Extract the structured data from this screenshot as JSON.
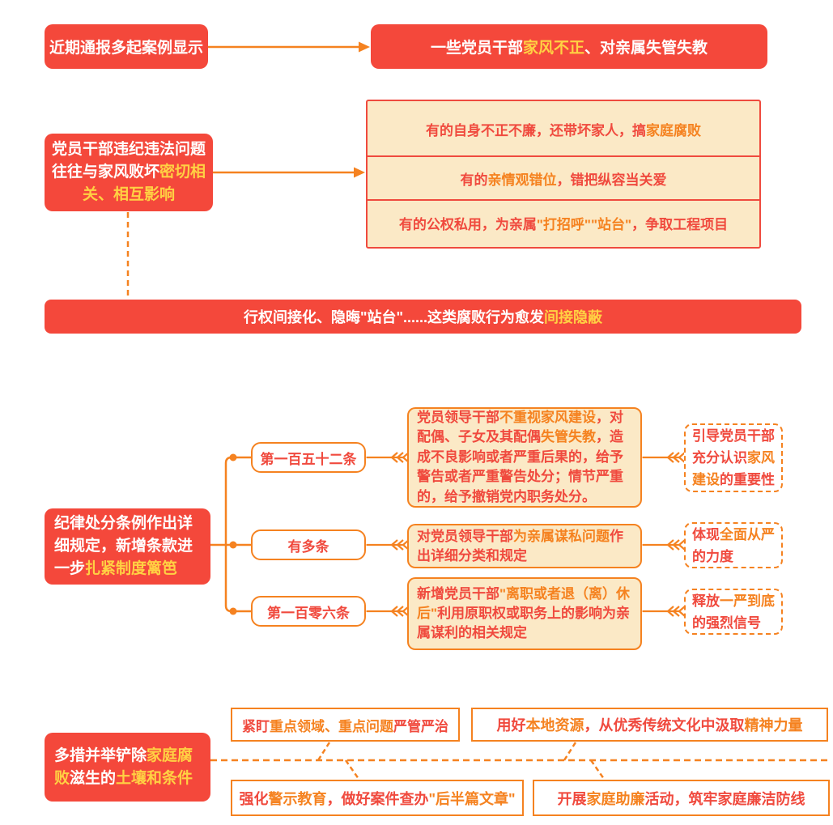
{
  "palette": {
    "box_red": "#F4483B",
    "gold": "#FFD143",
    "orange": "#F58220",
    "cream": "#FBE9C6",
    "text_red": "#F04A3E",
    "white": "#FFFFFF"
  },
  "s1": {
    "left_parts": [
      {
        "t": "近期通报多起案例显示",
        "c": "w"
      }
    ],
    "right_parts": [
      {
        "t": "一些党员干部",
        "c": "w"
      },
      {
        "t": "家风不正",
        "c": "g"
      },
      {
        "t": "、对亲属失管失教",
        "c": "w"
      }
    ]
  },
  "s2": {
    "left_parts": [
      {
        "t": "党员干部违纪违法问题往往与家风败坏",
        "c": "w"
      },
      {
        "t": "密切相关、相互影响",
        "c": "g"
      }
    ],
    "rows": [
      {
        "parts": [
          {
            "t": "有的自身不正不廉，还带坏家人，搞",
            "c": "r"
          },
          {
            "t": "家庭腐败",
            "c": "o"
          }
        ]
      },
      {
        "parts": [
          {
            "t": "有的",
            "c": "r"
          },
          {
            "t": "亲情观错位",
            "c": "o"
          },
          {
            "t": "，错把纵容当关爱",
            "c": "r"
          }
        ]
      },
      {
        "parts": [
          {
            "t": "有的公权私用，为亲属",
            "c": "r"
          },
          {
            "t": "\"打招呼\"\"站台\"",
            "c": "o"
          },
          {
            "t": "，争取工程项目",
            "c": "r"
          }
        ]
      }
    ]
  },
  "banner": {
    "parts": [
      {
        "t": "行权间接化、隐晦\"站台\"......这类腐败行为愈发",
        "c": "w"
      },
      {
        "t": "间接隐蔽",
        "c": "g"
      }
    ]
  },
  "s3": {
    "left_parts": [
      {
        "t": "纪律处分条例作出详细规定，新增条款进一步",
        "c": "w"
      },
      {
        "t": "扎紧制度篱笆",
        "c": "g"
      }
    ],
    "items": [
      {
        "pill": "第一百五十二条",
        "desc_parts": [
          {
            "t": "党员领导干部",
            "c": "r"
          },
          {
            "t": "不重视家风建设",
            "c": "o"
          },
          {
            "t": "，对配偶、子女及其配偶",
            "c": "r"
          },
          {
            "t": "失管失教",
            "c": "o"
          },
          {
            "t": "，造成不良影响或者严重后果的，给予警告或者严重警告处分；情节严重的，给予撤销党内职务处分。",
            "c": "r"
          }
        ],
        "note_parts": [
          {
            "t": "引导党员干部充分认识",
            "c": "r"
          },
          {
            "t": "家风建设",
            "c": "o"
          },
          {
            "t": "的重要性",
            "c": "r"
          }
        ]
      },
      {
        "pill": "有多条",
        "desc_parts": [
          {
            "t": "对党员领导干部",
            "c": "r"
          },
          {
            "t": "为亲属谋私问题",
            "c": "o"
          },
          {
            "t": "作出详细分类和规定",
            "c": "r"
          }
        ],
        "note_parts": [
          {
            "t": "体现",
            "c": "r"
          },
          {
            "t": "全面从严",
            "c": "o"
          },
          {
            "t": "的力度",
            "c": "r"
          }
        ]
      },
      {
        "pill": "第一百零六条",
        "desc_parts": [
          {
            "t": "新增党员干部",
            "c": "r"
          },
          {
            "t": "\"离职或者退（离）休后\"",
            "c": "o"
          },
          {
            "t": "利用原职权或职务上的影响为亲属谋利的相关规定",
            "c": "r"
          }
        ],
        "note_parts": [
          {
            "t": "释放",
            "c": "r"
          },
          {
            "t": "一严到底",
            "c": "o"
          },
          {
            "t": "的强烈信号",
            "c": "r"
          }
        ]
      }
    ]
  },
  "s4": {
    "left_parts": [
      {
        "t": "多措并举铲除",
        "c": "w"
      },
      {
        "t": "家庭腐败",
        "c": "g"
      },
      {
        "t": "滋生的",
        "c": "w"
      },
      {
        "t": "土壤和条件",
        "c": "g"
      }
    ],
    "boxes": [
      {
        "parts": [
          {
            "t": "紧盯",
            "c": "r"
          },
          {
            "t": "重点领域、重点问题",
            "c": "o"
          },
          {
            "t": "严管严治",
            "c": "r"
          }
        ]
      },
      {
        "parts": [
          {
            "t": "用好",
            "c": "r"
          },
          {
            "t": "本地资源",
            "c": "o"
          },
          {
            "t": "，从优秀传统文化中汲取",
            "c": "r"
          },
          {
            "t": "精神力量",
            "c": "o"
          }
        ]
      },
      {
        "parts": [
          {
            "t": "强化",
            "c": "r"
          },
          {
            "t": "警示教育",
            "c": "o"
          },
          {
            "t": "，做好案件查办",
            "c": "r"
          },
          {
            "t": "\"后半篇文章\"",
            "c": "o"
          }
        ]
      },
      {
        "parts": [
          {
            "t": "开展",
            "c": "r"
          },
          {
            "t": "家庭助廉",
            "c": "o"
          },
          {
            "t": "活动，筑牢家庭廉洁防线",
            "c": "r"
          }
        ]
      }
    ]
  }
}
